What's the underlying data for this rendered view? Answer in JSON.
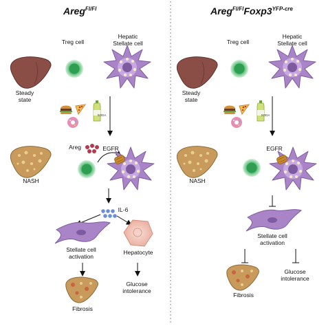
{
  "left": {
    "title_main": "Areg",
    "title_sup": "Fl/Fl",
    "labels": {
      "treg": "Treg cell",
      "hsc": "Hepatic\nStellate cell",
      "steady": "Steady\nstate",
      "soda": "SODA",
      "nash": "NASH",
      "areg": "Areg",
      "egfr": "EGFR",
      "il6": "IL-6",
      "activation": "Stellate cell\nactivation",
      "hepatocyte": "Hepatocyte",
      "fibrosis": "Fibrosis",
      "glucose": "Glucose\nintolerance"
    }
  },
  "right": {
    "title_main": "Areg",
    "title_sup1": "Fl/Fl",
    "title_mid": "Foxp3",
    "title_sup2": "YFP-cre",
    "labels": {
      "treg": "Treg cell",
      "hsc": "Hepatic\nStellate cell",
      "steady": "Steady\nstate",
      "soda": "SODA",
      "nash": "NASH",
      "egfr": "EGFR",
      "activation": "Stellate cell\nactivation",
      "fibrosis": "Fibrosis",
      "glucose": "Glucose\nintolerance"
    }
  },
  "colors": {
    "liver_healthy": "#8a4e46",
    "liver_nash": "#c89a5c",
    "treg_outer": "#cfe9d4",
    "treg_inner": "#3fae63",
    "hsc": "#a985c7",
    "hsc_dark": "#7e5aa0",
    "areg_dots": "#b23a4e",
    "il6_dots": "#6b8fd6",
    "hepatocyte": "#f2c4b8",
    "egfr": "#c9892e",
    "divider": "#888888"
  },
  "icons": [
    "liver-icon",
    "treg-cell-icon",
    "stellate-cell-icon",
    "burger-icon",
    "pizza-icon",
    "donut-icon",
    "soda-bottle-icon",
    "egfr-receptor-icon",
    "activated-stellate-cell-icon",
    "hepatocyte-icon",
    "fibrotic-liver-icon"
  ]
}
